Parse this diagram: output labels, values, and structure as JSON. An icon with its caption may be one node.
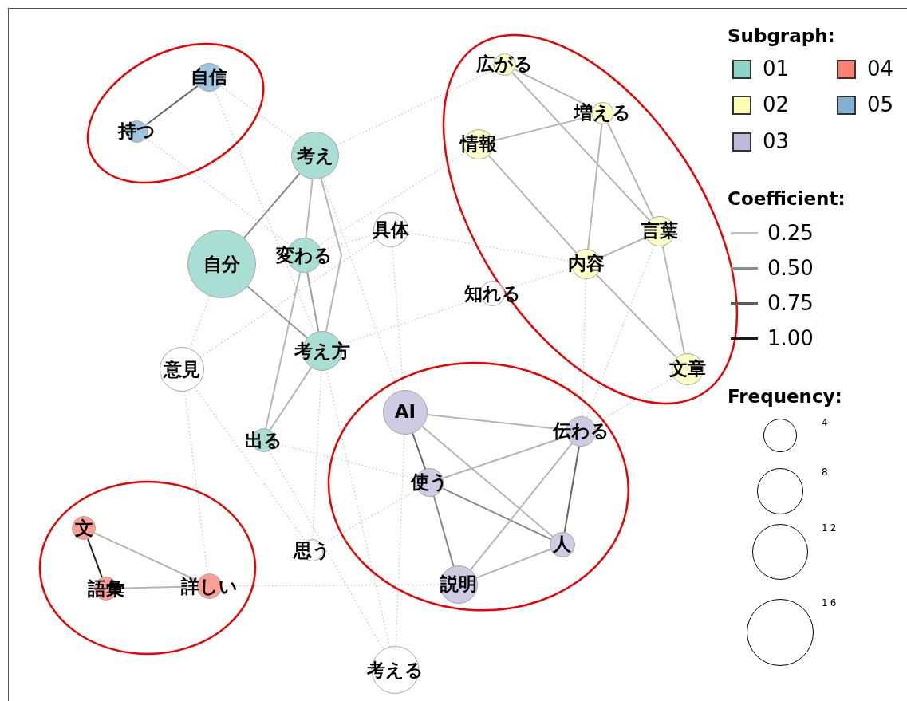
{
  "diagram": {
    "nodes": [
      {
        "text": [],
        "shape": "ellipse"
      },
      {
        "text": [
          "自信"
        ],
        "in": 0
      },
      {
        "text": [
          "持つ"
        ],
        "in": 0
      },
      {
        "text": [],
        "shape": "ellipse"
      },
      {
        "text": [
          "広がる"
        ],
        "in": 3
      },
      {
        "text": [
          "増える"
        ],
        "in": 3
      },
      {
        "text": [
          "情報"
        ],
        "in": 3
      },
      {
        "text": [
          "考え"
        ]
      },
      {
        "text": [
          "具体"
        ]
      },
      {
        "text": [
          "自分"
        ]
      },
      {
        "text": [
          "変わる"
        ]
      },
      {
        "text": [
          "言葉"
        ],
        "in": 3
      },
      {
        "text": [
          "内容"
        ],
        "in": 3
      },
      {
        "text": [
          "知れる"
        ]
      },
      {
        "text": [
          "考え方"
        ]
      },
      {
        "text": [
          "意見"
        ]
      },
      {
        "text": [
          "文章"
        ],
        "in": 3
      },
      {
        "text": [],
        "shape": "ellipse"
      },
      {
        "text": [
          "AI"
        ],
        "in": 17
      },
      {
        "text": [
          "伝わる"
        ],
        "in": 17
      },
      {
        "text": [
          "出る"
        ]
      },
      {
        "text": [
          "使う"
        ],
        "in": 17
      },
      {
        "text": [],
        "shape": "ellipse"
      },
      {
        "text": [
          "文"
        ],
        "in": 22
      },
      {
        "text": [
          "人"
        ],
        "in": 17
      },
      {
        "text": [
          "思う"
        ]
      },
      {
        "text": [
          "詳しい"
        ],
        "in": 22
      },
      {
        "text": [
          "語彙"
        ],
        "in": 22
      },
      {
        "text": [
          "説明"
        ],
        "in": 17
      },
      {
        "text": [
          "考える"
        ]
      }
    ],
    "edges": [
      {
        "from": 1,
        "to": 2,
        "arrow": "none",
        "color": "#666666"
      },
      {
        "from": 7,
        "to": 9,
        "arrow": "none",
        "color": "#888888"
      },
      {
        "from": 7,
        "to": 10,
        "arrow": "none"
      },
      {
        "from": 7,
        "to": 14,
        "arrow": "none"
      },
      {
        "from": 10,
        "to": 14,
        "arrow": "none",
        "color": "#999999"
      },
      {
        "from": 10,
        "to": 20,
        "arrow": "none"
      },
      {
        "from": 9,
        "to": 14,
        "arrow": "none",
        "color": "#999999"
      },
      {
        "from": 14,
        "to": 20,
        "arrow": "none"
      },
      {
        "from": 4,
        "to": 5,
        "arrow": "none"
      },
      {
        "from": 4,
        "to": 11,
        "arrow": "none"
      },
      {
        "from": 6,
        "to": 5,
        "arrow": "none"
      },
      {
        "from": 6,
        "to": 12,
        "arrow": "none"
      },
      {
        "from": 5,
        "to": 12,
        "arrow": "none"
      },
      {
        "from": 5,
        "to": 11,
        "arrow": "none"
      },
      {
        "from": 12,
        "to": 11,
        "arrow": "none"
      },
      {
        "from": 12,
        "to": 16,
        "arrow": "none"
      },
      {
        "from": 11,
        "to": 16,
        "arrow": "none"
      },
      {
        "from": 18,
        "to": 19,
        "arrow": "none"
      },
      {
        "from": 18,
        "to": 21,
        "arrow": "none",
        "color": "#666666"
      },
      {
        "from": 18,
        "to": 24,
        "arrow": "none"
      },
      {
        "from": 21,
        "to": 19,
        "arrow": "none"
      },
      {
        "from": 21,
        "to": 24,
        "arrow": "none",
        "color": "#888888"
      },
      {
        "from": 21,
        "to": 28,
        "arrow": "none",
        "color": "#888888"
      },
      {
        "from": 19,
        "to": 28,
        "arrow": "none"
      },
      {
        "from": 19,
        "to": 24,
        "arrow": "none",
        "color": "#666666"
      },
      {
        "from": 28,
        "to": 24,
        "arrow": "none"
      },
      {
        "from": 23,
        "to": 27,
        "arrow": "none",
        "color": "#222222"
      },
      {
        "from": 23,
        "to": 26,
        "arrow": "none"
      },
      {
        "from": 27,
        "to": 26,
        "arrow": "none"
      },
      {
        "from": 1,
        "to": 7,
        "arrow": "none",
        "style": "dashed",
        "color": "#c8c8c8"
      },
      {
        "from": 1,
        "to": 14,
        "arrow": "none",
        "style": "dashed",
        "color": "#c8c8c8"
      },
      {
        "from": 2,
        "to": 10,
        "arrow": "none",
        "style": "dashed",
        "color": "#c8c8c8"
      },
      {
        "from": 7,
        "to": 4,
        "arrow": "none",
        "style": "dashed",
        "color": "#c8c8c8"
      },
      {
        "from": 7,
        "to": 18,
        "arrow": "none",
        "style": "dashed",
        "color": "#c8c8c8"
      },
      {
        "from": 10,
        "to": 6,
        "arrow": "none",
        "style": "dashed",
        "color": "#c8c8c8"
      },
      {
        "from": 10,
        "to": 8,
        "arrow": "none",
        "style": "dashed",
        "color": "#c8c8c8"
      },
      {
        "from": 9,
        "to": 15,
        "arrow": "none",
        "style": "dashed",
        "color": "#c8c8c8"
      },
      {
        "from": 15,
        "to": 8,
        "arrow": "none",
        "style": "dashed",
        "color": "#c8c8c8"
      },
      {
        "from": 15,
        "to": 26,
        "arrow": "none",
        "style": "dashed",
        "color": "#c8c8c8"
      },
      {
        "from": 15,
        "to": 25,
        "arrow": "none",
        "style": "dashed",
        "color": "#c8c8c8"
      },
      {
        "from": 8,
        "to": 12,
        "arrow": "none",
        "style": "dashed",
        "color": "#c8c8c8"
      },
      {
        "from": 8,
        "to": 18,
        "arrow": "none",
        "style": "dashed",
        "color": "#c8c8c8"
      },
      {
        "from": 13,
        "to": 14,
        "arrow": "none",
        "style": "dashed",
        "color": "#c8c8c8"
      },
      {
        "from": 13,
        "to": 12,
        "arrow": "none",
        "style": "dashed",
        "color": "#c8c8c8"
      },
      {
        "from": 20,
        "to": 21,
        "arrow": "none",
        "style": "dashed",
        "color": "#c8c8c8"
      },
      {
        "from": 25,
        "to": 21,
        "arrow": "none",
        "style": "dashed",
        "color": "#c8c8c8"
      },
      {
        "from": 25,
        "to": 14,
        "arrow": "none",
        "style": "dashed",
        "color": "#c8c8c8"
      },
      {
        "from": 26,
        "to": 28,
        "arrow": "none",
        "style": "dashed",
        "color": "#c8c8c8"
      },
      {
        "from": 29,
        "to": 14,
        "arrow": "none",
        "style": "dashed",
        "color": "#c8c8c8"
      },
      {
        "from": 29,
        "to": 18,
        "arrow": "none",
        "style": "dashed",
        "color": "#c8c8c8"
      },
      {
        "from": 20,
        "to": 29,
        "arrow": "none",
        "style": "dashed",
        "color": "#c8c8c8"
      },
      {
        "from": 12,
        "to": 19,
        "arrow": "none",
        "style": "dashed",
        "color": "#c8c8c8"
      },
      {
        "from": 11,
        "to": 19,
        "arrow": "none",
        "style": "dashed",
        "color": "#c8c8c8"
      },
      {
        "from": 16,
        "to": 19,
        "arrow": "none",
        "style": "dashed",
        "color": "#c8c8c8"
      }
    ],
    "labels": [
      "Subgraph:",
      "Coefficient:",
      "Frequency:"
    ],
    "legend": [
      {
        "text": "01",
        "color": "#8dd3c7"
      },
      {
        "text": "04",
        "color": "#fb8072"
      },
      {
        "text": "02",
        "color": "#ffffb3"
      },
      {
        "text": "05",
        "color": "#80b1d3"
      },
      {
        "text": "03",
        "color": "#bebada"
      },
      {
        "text": "0.25"
      },
      {
        "text": "0.50"
      },
      {
        "text": "0.75"
      },
      {
        "text": "1.00"
      },
      {
        "text": "4"
      },
      {
        "text": "8"
      },
      {
        "text": "12"
      },
      {
        "text": "16"
      }
    ]
  }
}
